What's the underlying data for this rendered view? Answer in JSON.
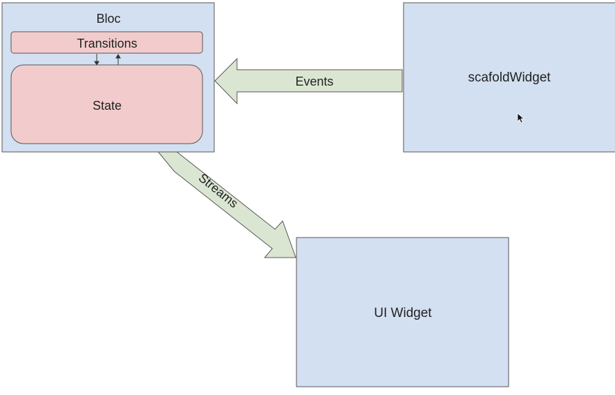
{
  "diagram": {
    "bloc": {
      "title": "Bloc",
      "transitions_label": "Transitions",
      "state_label": "State"
    },
    "events_arrow": {
      "label": "Events"
    },
    "streams_arrow": {
      "label": "Streams"
    },
    "scaffold_widget": {
      "label": "scafoldWidget"
    },
    "ui_widget": {
      "label": "UI Widget"
    },
    "colors": {
      "box_fill": "#d3e0f1",
      "box_stroke": "#555555",
      "inner_fill": "#f2cccc",
      "arrow_fill": "#dbe6d2",
      "arrow_stroke": "#555555"
    },
    "icons": {
      "cursor": "mouse-pointer-icon"
    }
  }
}
